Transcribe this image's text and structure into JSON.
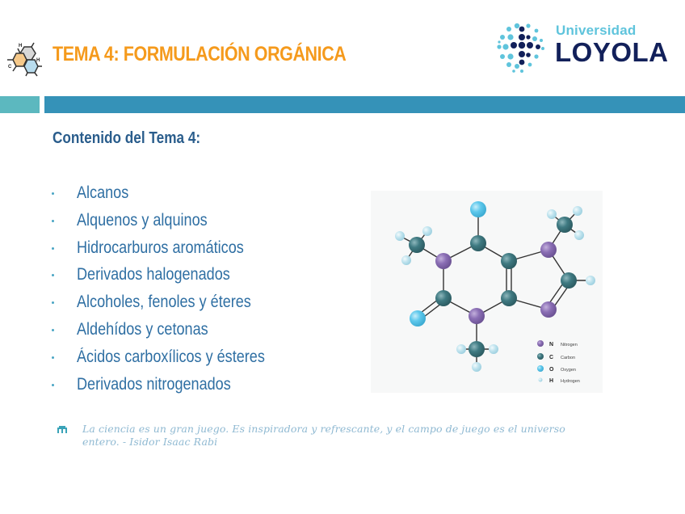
{
  "header": {
    "title": "TEMA 4: FORMULACIÓN ORGÁNICA",
    "icon": "benzene-hexagon-icon",
    "title_color": "#f59a1c"
  },
  "logo": {
    "line1": "Universidad",
    "line2": "LOYOLA",
    "icon": "globe-cross-icon",
    "colors": {
      "light": "#5fc4dc",
      "dark": "#12205a"
    }
  },
  "divider": {
    "left_color": "#5cb8bf",
    "right_color": "#3592b8"
  },
  "content": {
    "subtitle": "Contenido del Tema 4:",
    "items": [
      {
        "label": "Alcanos"
      },
      {
        "label": "Alquenos y alquinos"
      },
      {
        "label": "Hidrocarburos aromáticos"
      },
      {
        "label": "Derivados halogenados"
      },
      {
        "label": "Alcoholes, fenoles y éteres"
      },
      {
        "label": "Aldehídos y cetonas"
      },
      {
        "label": "Ácidos carboxílicos y ésteres"
      },
      {
        "label": "Derivados nitrogenados"
      }
    ]
  },
  "figure": {
    "name": "caffeine-molecule",
    "legend": [
      {
        "symbol": "N",
        "label": "Nitrogen",
        "color": "#8b6fb5"
      },
      {
        "symbol": "C",
        "label": "Carbon",
        "color": "#3f7a82"
      },
      {
        "symbol": "O",
        "label": "Oxygen",
        "color": "#5ec8ec"
      },
      {
        "symbol": "H",
        "label": "Hydrogen",
        "color": "#bfe3ee"
      }
    ]
  },
  "quote": {
    "text": "La ciencia es un gran juego. Es inspiradora y refrescante, y el campo de juego es el universo entero. - Isidor Isaac Rabi"
  }
}
